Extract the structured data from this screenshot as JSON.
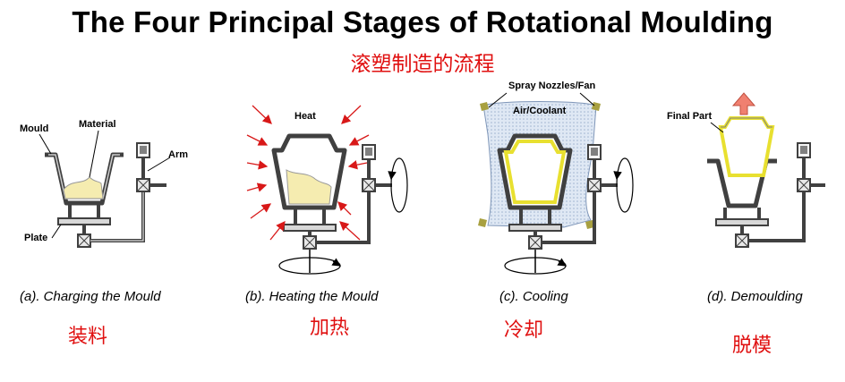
{
  "title": "The Four Principal Stages of Rotational Moulding",
  "subtitle": "滚塑制造的流程",
  "colors": {
    "subtitle": "#e01010",
    "material": "#f5ecb0",
    "part": "#e8e030",
    "mould": "#404040",
    "arrow_up": "#f08070",
    "mist": "#c8d8ec"
  },
  "stages": [
    {
      "caption": "(a). Charging the Mould",
      "cn": "装料"
    },
    {
      "caption": "(b). Heating the Mould",
      "cn": "加热"
    },
    {
      "caption": "(c). Cooling",
      "cn": "冷却"
    },
    {
      "caption": "(d). Demoulding",
      "cn": "脱模"
    }
  ],
  "labels": {
    "mould": "Mould",
    "material": "Material",
    "arm": "Arm",
    "plate": "Plate",
    "heat": "Heat",
    "spray": "Spray Nozzles/Fan",
    "air": "Air/Coolant",
    "final_part": "Final Part"
  }
}
